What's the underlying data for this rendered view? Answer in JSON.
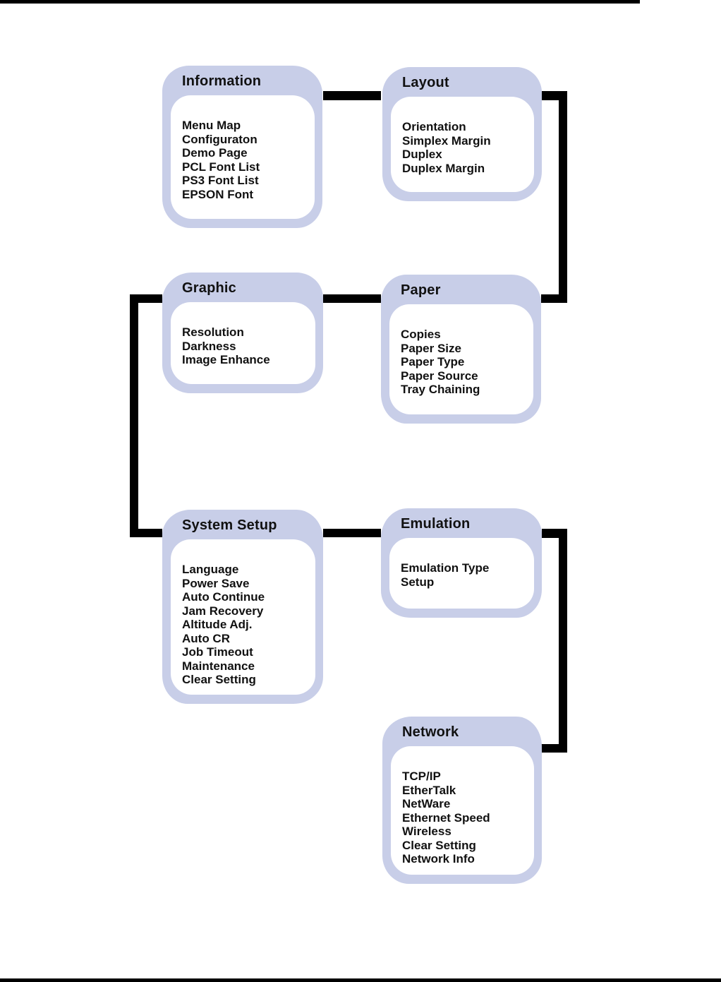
{
  "palette": {
    "box_border": "#c8cee8",
    "box_fill": "#ffffff",
    "text": "#111111",
    "connector": "#000000",
    "background": "#ffffff"
  },
  "menus": [
    {
      "id": "information",
      "title": "Information",
      "items": [
        "Menu Map",
        "Configuraton",
        "Demo Page",
        "PCL Font List",
        "PS3 Font List",
        "EPSON Font"
      ]
    },
    {
      "id": "layout",
      "title": "Layout",
      "items": [
        "Orientation",
        "Simplex Margin",
        "Duplex",
        "Duplex Margin"
      ]
    },
    {
      "id": "graphic",
      "title": "Graphic",
      "items": [
        "Resolution",
        "Darkness",
        "Image Enhance"
      ]
    },
    {
      "id": "paper",
      "title": "Paper",
      "items": [
        "Copies",
        "Paper Size",
        "Paper Type",
        "Paper Source",
        "Tray Chaining"
      ]
    },
    {
      "id": "system-setup",
      "title": "System Setup",
      "items": [
        "Language",
        "Power Save",
        "Auto Continue",
        "Jam Recovery",
        "Altitude Adj.",
        "Auto CR",
        "Job Timeout",
        "Maintenance",
        "Clear Setting"
      ]
    },
    {
      "id": "emulation",
      "title": "Emulation",
      "items": [
        "Emulation Type",
        "Setup"
      ]
    },
    {
      "id": "network",
      "title": "Network",
      "items": [
        "TCP/IP",
        "EtherTalk",
        "NetWare",
        "Ethernet Speed",
        "Wireless",
        "Clear Setting",
        "Network Info"
      ]
    }
  ],
  "connections": [
    {
      "from": "Information",
      "to": "Layout"
    },
    {
      "from": "Layout",
      "to": "Paper"
    },
    {
      "from": "Graphic",
      "to": "Paper"
    },
    {
      "from": "Graphic",
      "to": "System Setup"
    },
    {
      "from": "System Setup",
      "to": "Emulation"
    },
    {
      "from": "Emulation",
      "to": "Network"
    }
  ]
}
